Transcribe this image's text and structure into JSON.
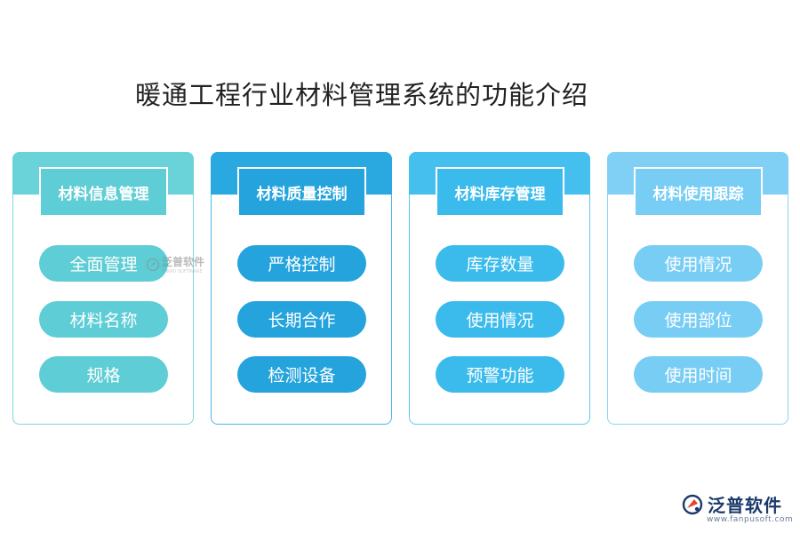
{
  "title": "暖通工程行业材料管理系统的功能介绍",
  "columns": [
    {
      "header": "材料信息管理",
      "items": [
        "全面管理",
        "材料名称",
        "规格"
      ],
      "color": "#5ecdd5",
      "band_color": "#69d3d9",
      "border_color": "#7fd6dc"
    },
    {
      "header": "材料质量控制",
      "items": [
        "严格控制",
        "长期合作",
        "检测设备"
      ],
      "color": "#24a3dd",
      "band_color": "#2aa9e0",
      "border_color": "#4cb6e6"
    },
    {
      "header": "材料库存管理",
      "items": [
        "库存数量",
        "使用情况",
        "预警功能"
      ],
      "color": "#3bbbec",
      "band_color": "#45c0ee",
      "border_color": "#5fc8f0"
    },
    {
      "header": "材料使用跟踪",
      "items": [
        "使用情况",
        "使用部位",
        "使用时间"
      ],
      "color": "#78cdf5",
      "band_color": "#80d0f6",
      "border_color": "#8ad4f7"
    }
  ],
  "watermark": {
    "name": "泛普软件",
    "sub": "FANPU SOFTWARE"
  },
  "logo": {
    "name": "泛普软件",
    "url": "www.fanpusoft.com",
    "color": "#1b3a6b",
    "accent": "#e8432e"
  }
}
